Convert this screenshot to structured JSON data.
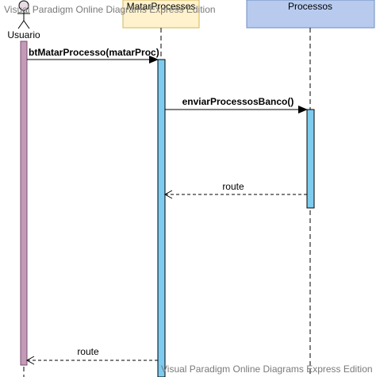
{
  "diagram": {
    "type": "sequence",
    "watermark": "Visual Paradigm Online Diagrams Express Edition",
    "actor": {
      "label": "Usuario",
      "activation_color": "#c39bb8"
    },
    "lifelines": [
      {
        "label": "MatarProcessos",
        "header_color": "#fff2cc",
        "activation_color": "#7ecbf0"
      },
      {
        "label": "Processos",
        "header_color": "#b8cbef",
        "activation_color": "#7ecbf0"
      }
    ],
    "messages": [
      {
        "label": "btMatarProcesso(matarProc)",
        "kind": "call",
        "from": "Usuario",
        "to": "MatarProcessos"
      },
      {
        "label": "enviarProcessosBanco()",
        "kind": "call",
        "from": "MatarProcessos",
        "to": "Processos"
      },
      {
        "label": "route",
        "kind": "return",
        "from": "Processos",
        "to": "MatarProcessos"
      },
      {
        "label": "route",
        "kind": "return",
        "from": "MatarProcessos",
        "to": "Usuario"
      }
    ]
  }
}
